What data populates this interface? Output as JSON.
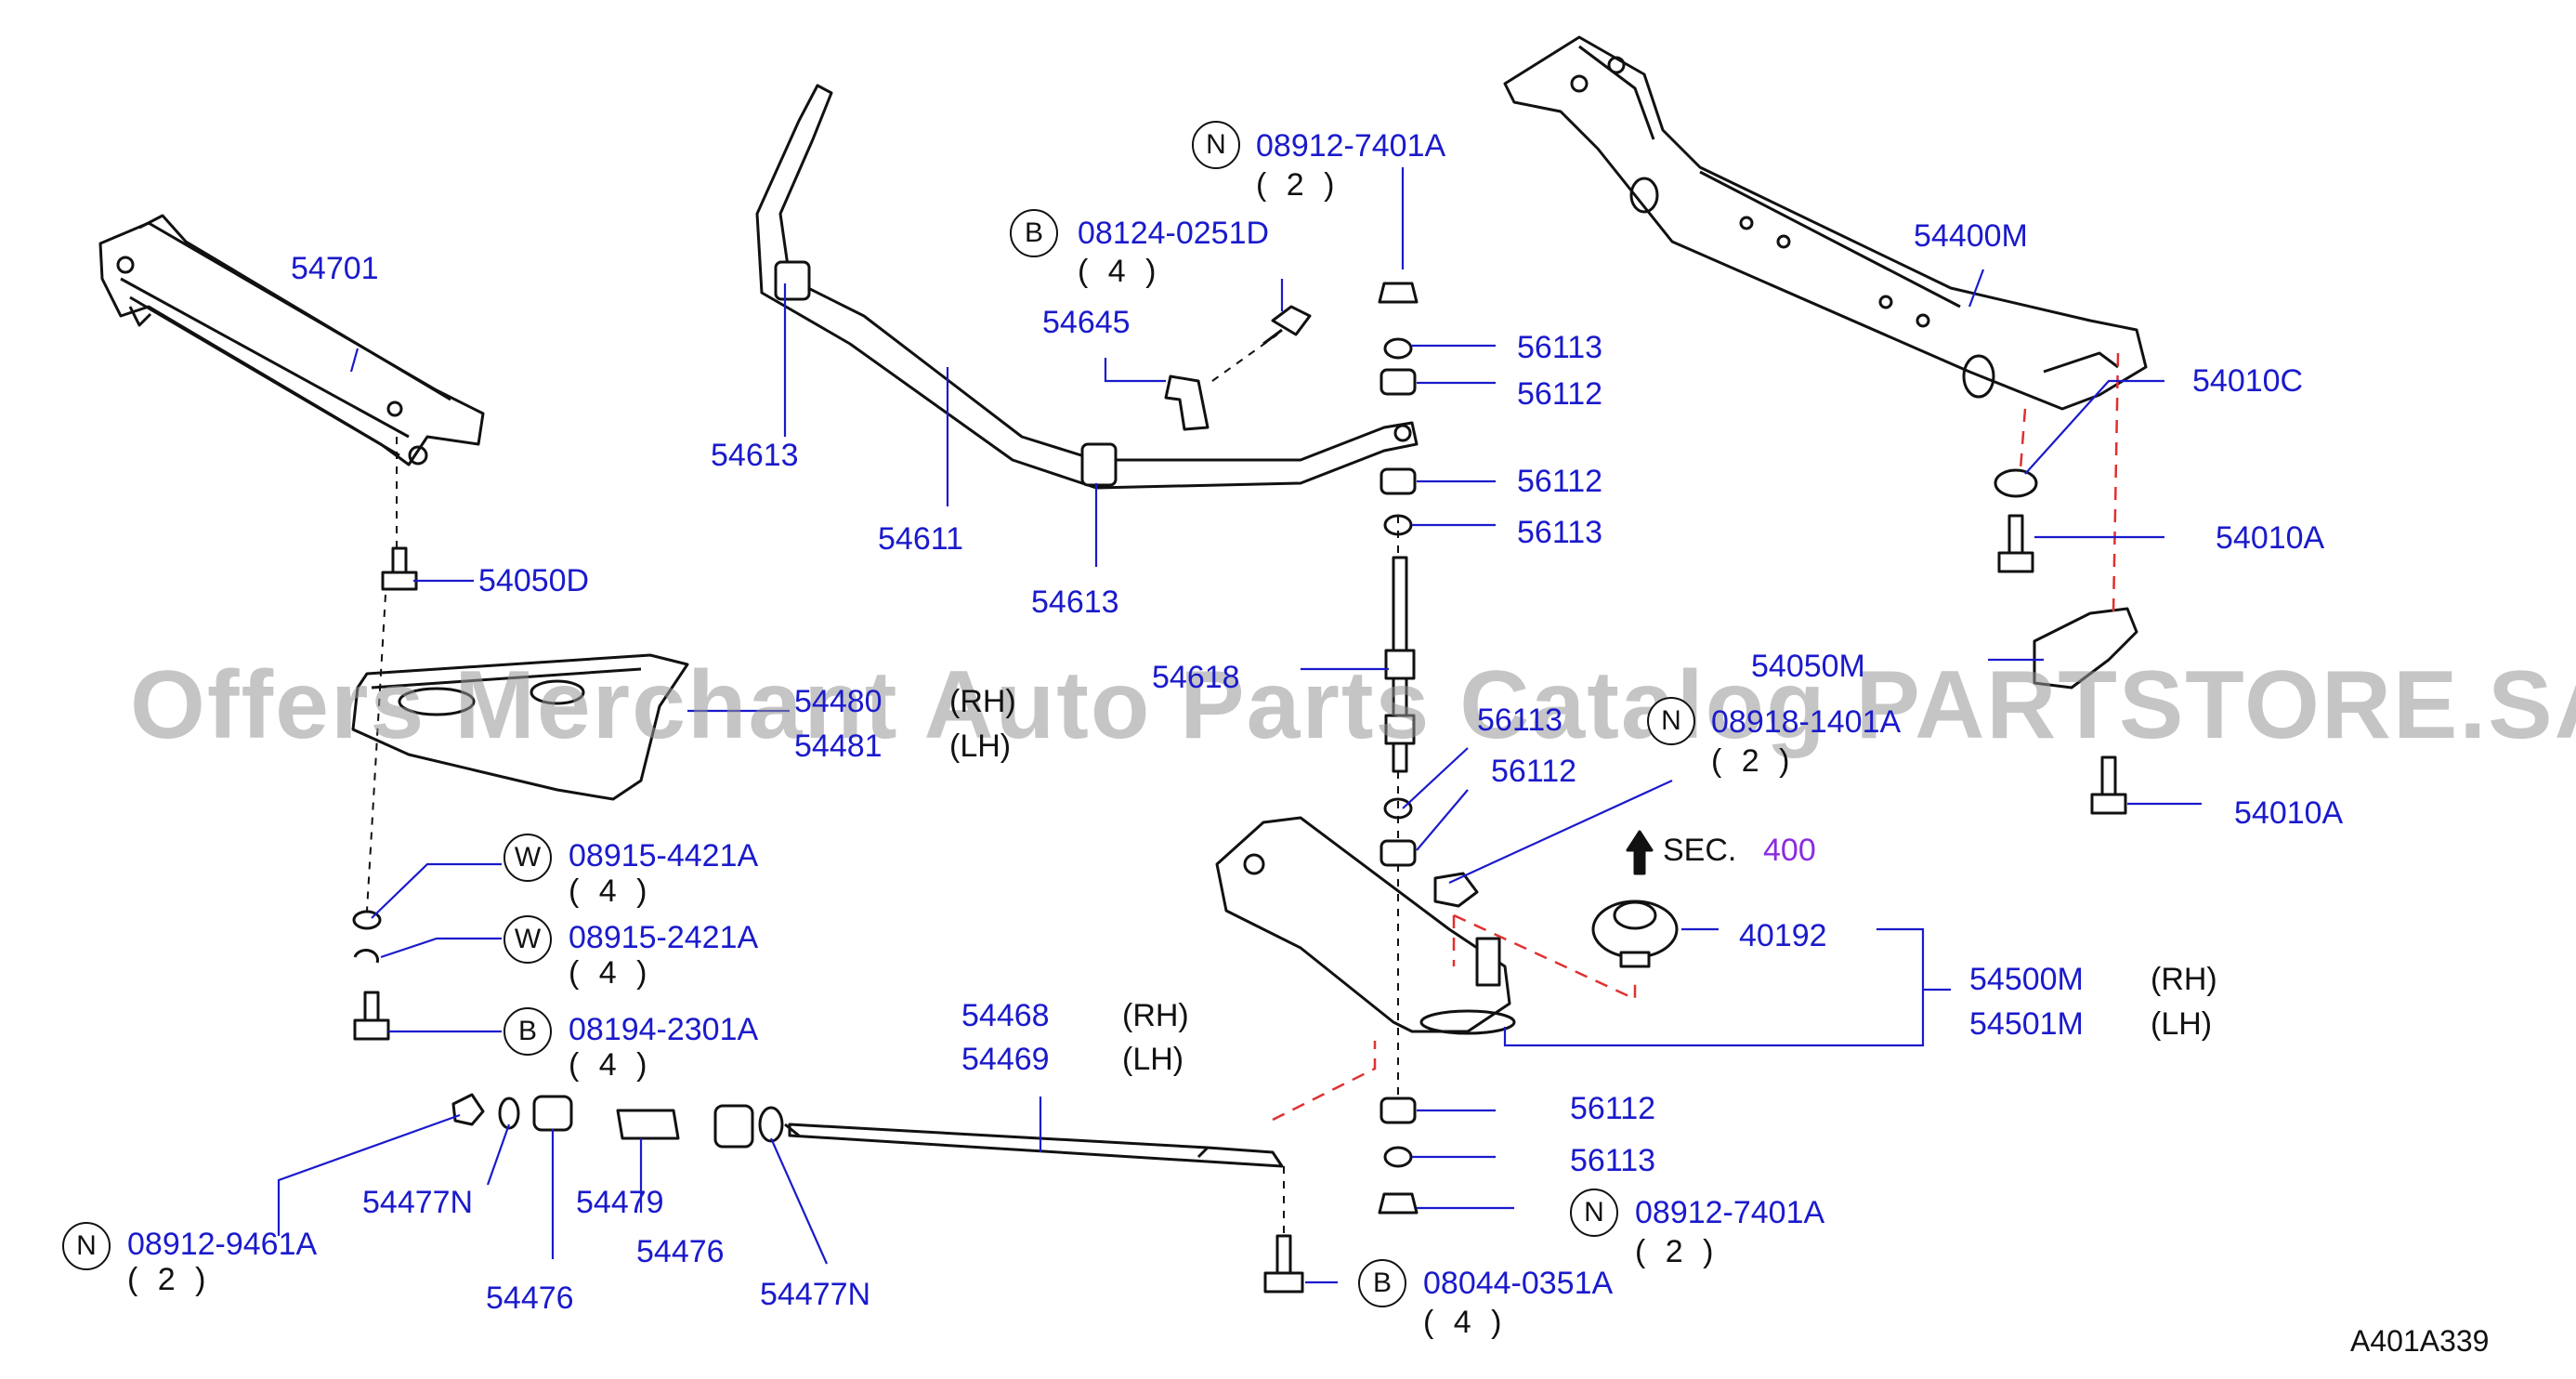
{
  "watermark": "Offers Merchant Auto Parts Catalog PARTSTORE.SA",
  "diagram_code": "A401A339",
  "section_ref": {
    "text": "SEC.",
    "number": "400"
  },
  "parts": {
    "p54701": "54701",
    "p54050D": "54050D",
    "p54480": "54480",
    "p54480_side": "(RH)",
    "p54481": "54481",
    "p54481_side": "(LH)",
    "w1_letter": "W",
    "w1_num": "08915-4421A",
    "w1_qty": "( 4 )",
    "w2_letter": "W",
    "w2_num": "08915-2421A",
    "w2_qty": "( 4 )",
    "b1_letter": "B",
    "b1_num": "08194-2301A",
    "b1_qty": "( 4 )",
    "n1_letter": "N",
    "n1_num": "08912-9461A",
    "n1_qty": "( 2 )",
    "p54477N_a": "54477N",
    "p54476_a": "54476",
    "p54479": "54479",
    "p54476_b": "54476",
    "p54477N_b": "54477N",
    "p54468": "54468",
    "p54468_side": "(RH)",
    "p54469": "54469",
    "p54469_side": "(LH)",
    "p54613_a": "54613",
    "p54611": "54611",
    "p54613_b": "54613",
    "b2_letter": "B",
    "b2_num": "08124-0251D",
    "b2_qty": "( 4 )",
    "p54645": "54645",
    "n2_letter": "N",
    "n2_num": "08912-7401A",
    "n2_qty": "( 2 )",
    "p56113_a": "56113",
    "p56112_a": "56112",
    "p56112_b": "56112",
    "p56113_b": "56113",
    "p54618": "54618",
    "p56113_c": "56113",
    "p56112_c": "56112",
    "n3_letter": "N",
    "n3_num": "08918-1401A",
    "n3_qty": "( 2 )",
    "p56112_d": "56112",
    "p56113_d": "56113",
    "n4_letter": "N",
    "n4_num": "08912-7401A",
    "n4_qty": "( 2 )",
    "b3_letter": "B",
    "b3_num": "08044-0351A",
    "b3_qty": "( 4 )",
    "p54400M": "54400M",
    "p54010C": "54010C",
    "p54010A_a": "54010A",
    "p54050M": "54050M",
    "p54010A_b": "54010A",
    "p40192": "40192",
    "p54500M": "54500M",
    "p54500M_side": "(RH)",
    "p54501M": "54501M",
    "p54501M_side": "(LH)"
  },
  "colors": {
    "part_number": "#1a1acc",
    "leader": "#1a1acc",
    "dashed_red": "#e03030",
    "linework": "#111111",
    "section_number": "#8a2be2",
    "watermark": "#969696"
  }
}
